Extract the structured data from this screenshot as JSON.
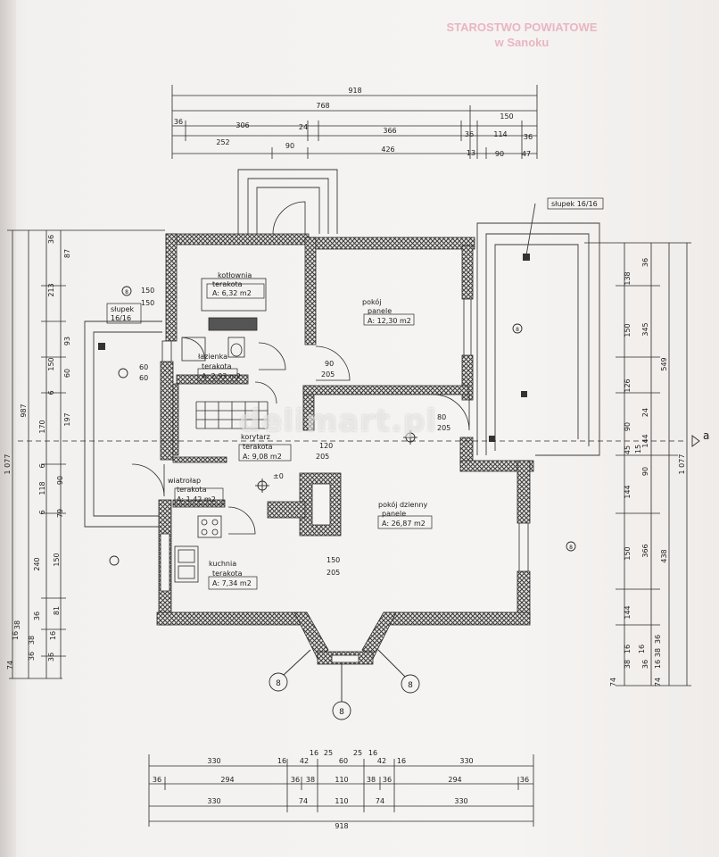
{
  "stamp": {
    "line1": "STAROSTWO POWIATOWE",
    "line2": "w Sanoku"
  },
  "watermark": "delimart.pl",
  "section_marker": "a",
  "colors": {
    "wall": "#5a5a5a",
    "line": "#2a2a2a",
    "paper": "#f4f2f0",
    "stamp": "#e9b5c2"
  },
  "rooms": {
    "kotlownia": {
      "name": "kotłownia",
      "finish": "terakota",
      "area": "A: 6,32 m2"
    },
    "pokoj": {
      "name": "pokój",
      "finish": "panele",
      "area": "A: 12,30 m2"
    },
    "lazienka": {
      "name": "łazienka",
      "finish": "terakota",
      "area": "A: 2,93 m2"
    },
    "korytarz": {
      "name": "korytarz",
      "finish": "terakota",
      "area": "A: 9,08 m2"
    },
    "wiatrolap": {
      "name": "wiatrołap",
      "finish": "terakota",
      "area": "A: 1,42 m2"
    },
    "pokoj_dzienny": {
      "name": "pokój dzienny",
      "finish": "panele",
      "area": "A: 26,87 m2"
    },
    "kuchnia": {
      "name": "kuchnia",
      "finish": "terakota",
      "area": "A: 7,34 m2"
    }
  },
  "labels": {
    "slupek_right": "słupek 16/16",
    "slupek_left_1": "słupek",
    "slupek_left_2": "16/16",
    "level": "±0"
  },
  "top_dims": {
    "row1": [
      "918"
    ],
    "row2": [
      "768",
      "150"
    ],
    "row3": [
      "36",
      "306",
      "24",
      "366",
      "36",
      "114",
      "36"
    ],
    "row4": [
      "252",
      "90",
      "426",
      "13",
      "90",
      "47"
    ]
  },
  "bottom_dims": {
    "row1": [
      "330",
      "16",
      "42",
      "16",
      "25",
      "60",
      "25",
      "16",
      "42",
      "16",
      "330"
    ],
    "row2": [
      "36",
      "294",
      "36",
      "38",
      "110",
      "38",
      "36",
      "294",
      "36"
    ],
    "row3": [
      "330",
      "74",
      "110",
      "74",
      "330"
    ],
    "row4": [
      "918"
    ]
  },
  "left_dims": {
    "outer": [
      "1 077"
    ],
    "second": [
      "987"
    ],
    "third": [
      "36",
      "87",
      "213",
      "150",
      "93",
      "60",
      "6",
      "170",
      "197",
      "6",
      "90",
      "118",
      "6",
      "79",
      "240",
      "150",
      "81",
      "36",
      "16",
      "38",
      "36",
      "74"
    ],
    "inner": [
      "16",
      "38",
      "36"
    ]
  },
  "right_dims": {
    "outer": [
      "1 077"
    ],
    "second": [
      "549",
      "438"
    ],
    "third": [
      "36",
      "138",
      "345",
      "150",
      "126",
      "24",
      "90",
      "144",
      "45",
      "15",
      "90",
      "144",
      "366",
      "150",
      "144",
      "16",
      "38",
      "36",
      "74"
    ],
    "inner": [
      "36",
      "16",
      "38",
      "16",
      "74"
    ]
  },
  "openings": [
    {
      "w": "150",
      "h": "150"
    },
    {
      "w": "60",
      "h": "60"
    },
    {
      "w": "90",
      "h": "205"
    },
    {
      "w": "120",
      "h": "205"
    },
    {
      "w": "80",
      "h": "205"
    },
    {
      "w": "150",
      "h": "205"
    }
  ],
  "window_tags": [
    "8",
    "8",
    "8",
    "8",
    "8",
    "8"
  ]
}
